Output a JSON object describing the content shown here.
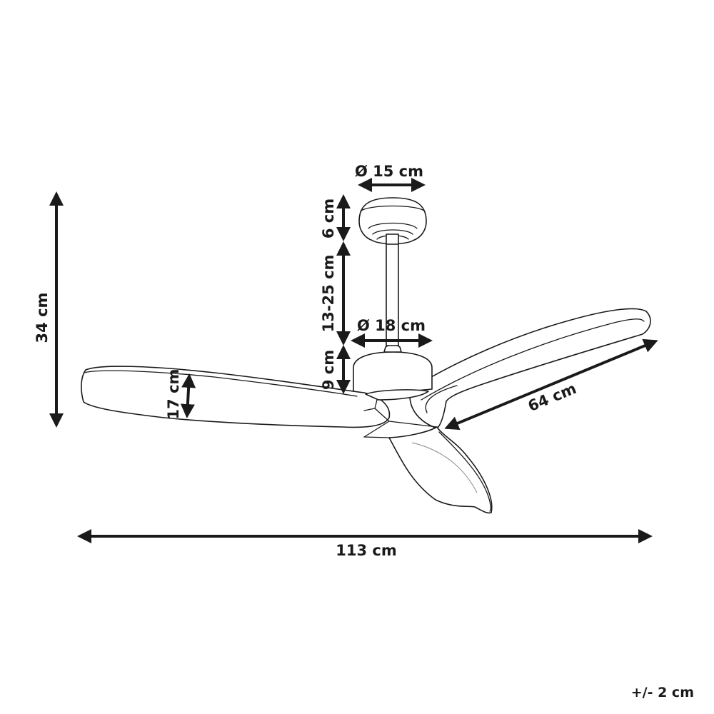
{
  "diagram": {
    "subject": "Ceiling fan with three blades – dimension drawing",
    "line_color": "#1a1a1a",
    "background": "#ffffff"
  },
  "dimensions": {
    "canopy_diameter": "Ø 15 cm",
    "canopy_height": "6 cm",
    "downrod_length": "13-25 cm",
    "motor_diameter": "Ø 18 cm",
    "motor_height": "9 cm",
    "blade_width": "17 cm",
    "blade_length": "64 cm",
    "total_height": "34 cm",
    "total_span": "113 cm"
  },
  "tolerance": "+/- 2 cm"
}
